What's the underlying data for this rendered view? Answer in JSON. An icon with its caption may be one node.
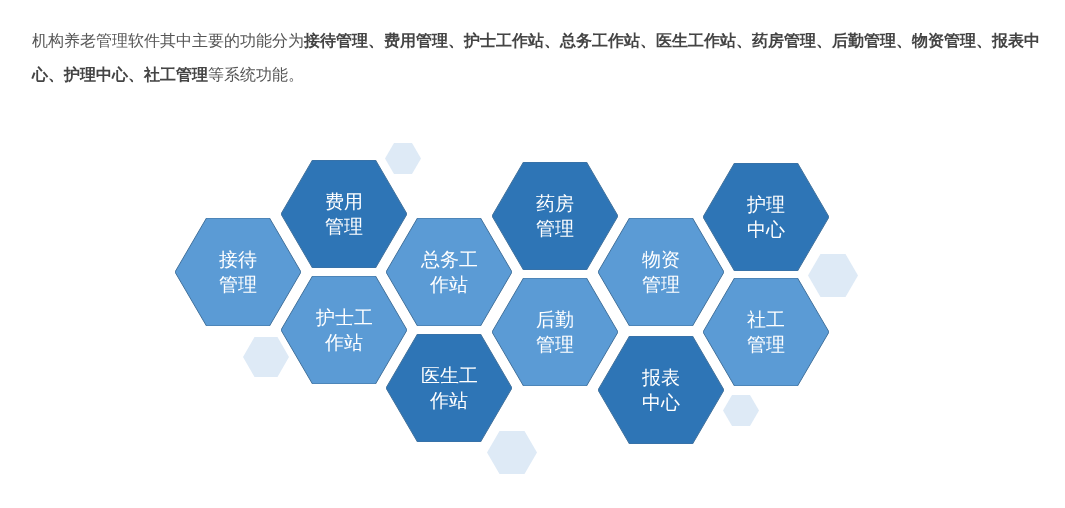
{
  "diagram": {
    "title": "机构养老管理软件其中主要的功能分为**接待管理、费用管理、护士工作站、总务工作站、医生工作站、药房管理、后勤管理、物资管理、报表中心、护理中心、社工管理**等系统功能。",
    "nodes": [
      {
        "text": [
          "接待管理"
        ]
      },
      {
        "text": [],
        "shape": "hexagon"
      },
      {
        "text": [
          "费用管理"
        ]
      },
      {
        "text": [
          "护士工作站"
        ]
      },
      {
        "text": [],
        "shape": "hexagon"
      },
      {
        "text": [
          "总务工作站"
        ]
      },
      {
        "text": [
          "医生工作站"
        ]
      },
      {
        "text": [],
        "shape": "hexagon"
      },
      {
        "text": [
          "药房管理"
        ]
      },
      {
        "text": [
          "后勤管理"
        ]
      },
      {
        "text": [
          "物资管理"
        ]
      },
      {
        "text": [
          "报表中心"
        ]
      },
      {
        "text": [],
        "shape": "hexagon"
      },
      {
        "text": [
          "护理中心"
        ]
      },
      {
        "text": [
          "社工管理"
        ]
      },
      {
        "text": [],
        "shape": "hexagon"
      }
    ],
    "edges": []
  }
}
